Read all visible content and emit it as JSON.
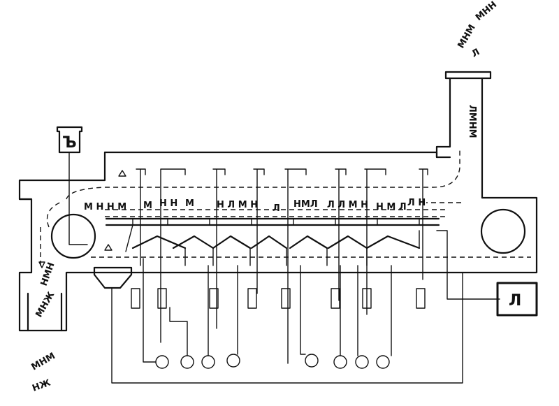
{
  "labels": {
    "box_left": "Ъ",
    "box_right": "Л"
  },
  "flow": {
    "inflow_top": "МНН",
    "inflow_top_2": "МНМ",
    "inflow_top_3": "Л",
    "duct_descending": "ЛМНМ",
    "chamber_row": "М Н Н М",
    "chamber_row_2": "М",
    "chamber_row_3": "Н Н",
    "chamber_row_4": "М",
    "chamber_row_5": "Н Л М Н",
    "chamber_row_6": "Л",
    "chamber_row_7": "НМЛ",
    "chamber_row_8": "Л Л М Н",
    "chamber_row_9": "Н М Л",
    "chamber_row_10": "Л Н",
    "left_outlet": "НМН",
    "left_lower": "МНЖ",
    "bottom_scatter": "МНМ",
    "bottom_scatter_2": "НЖ"
  },
  "colors": {
    "ink": "#111111",
    "background": "#ffffff"
  }
}
